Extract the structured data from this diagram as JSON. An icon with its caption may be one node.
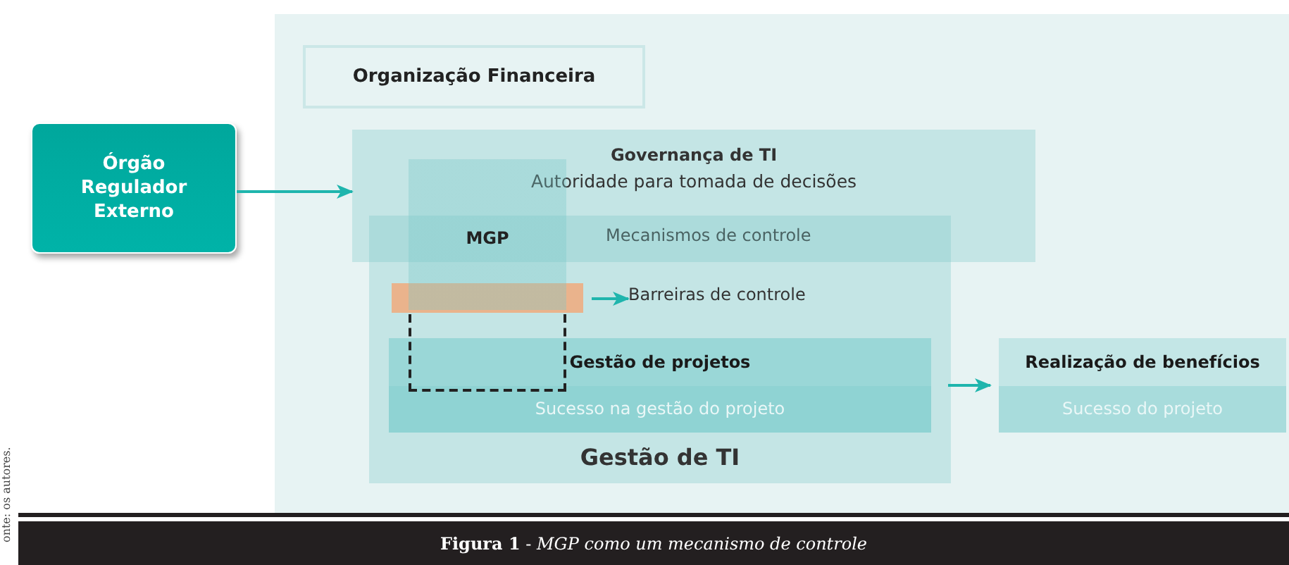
{
  "diagram": {
    "caption": "**Figura 1** - *MGP como um mecanismo de controle*",
    "nodes": [
      {
        "text": [
          "Organização Financeira"
        ]
      },
      {
        "text": [
          "Órgão Regulador Externo"
        ]
      },
      {
        "text": [
          "Governança de TI",
          "Autoridade para tomada de decisões",
          "Mecanismos de controle"
        ],
        "in": 0
      },
      {
        "text": [
          "Gestão de TI"
        ],
        "in": 0
      },
      {
        "text": [
          "MGP"
        ],
        "in": 0
      },
      {
        "text": [],
        "shape": "bar",
        "in": 3
      },
      {
        "text": [
          "Barreiras de controle"
        ],
        "in": 3
      },
      {
        "text": [
          "Gestão de projetos",
          "Sucesso na gestão do projeto"
        ],
        "in": 3
      },
      {
        "text": [
          "Realização de benefícios",
          "Sucesso do projeto"
        ],
        "in": 0
      }
    ],
    "edges": [
      {
        "from": 1,
        "to": 2,
        "arrow": "to"
      },
      {
        "from": 5,
        "to": 6,
        "arrow": "to"
      },
      {
        "from": 7,
        "to": 8,
        "arrow": "to"
      }
    ],
    "labels": [
      "onte: os autores."
    ]
  }
}
